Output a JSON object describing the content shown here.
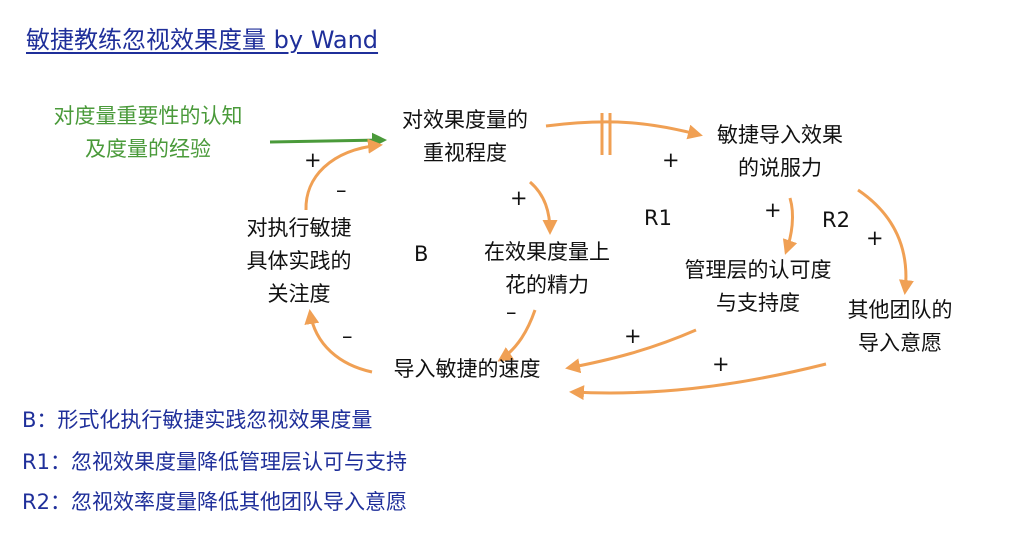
{
  "title": "敏捷教练忽视效果度量 by Wand",
  "nodes": {
    "awareness": "对度量重要性的认知\n及度量的经验",
    "emphasis": "对效果度量的\n重视程度",
    "persuasion": "敏捷导入效果\n的说服力",
    "effort": "在效果度量上\n花的精力",
    "attention": "对执行敏捷\n具体实践的\n关注度",
    "mgmt": "管理层的认可度\n与支持度",
    "teams": "其他团队的\n导入意愿",
    "speed": "导入敏捷的速度"
  },
  "signs": {
    "plus": "+",
    "minus": "–"
  },
  "loops": {
    "B": "B",
    "R1": "R1",
    "R2": "R2"
  },
  "legend": [
    "B：形式化执行敏捷实践忽视效果度量",
    "R1：忽视效果度量降低管理层认可与支持",
    "R2：忽视效率度量降低其他团队导入意愿"
  ],
  "colors": {
    "arrow": "#f0a054",
    "green": "#4a9a3a",
    "title": "#1f2f9a"
  }
}
